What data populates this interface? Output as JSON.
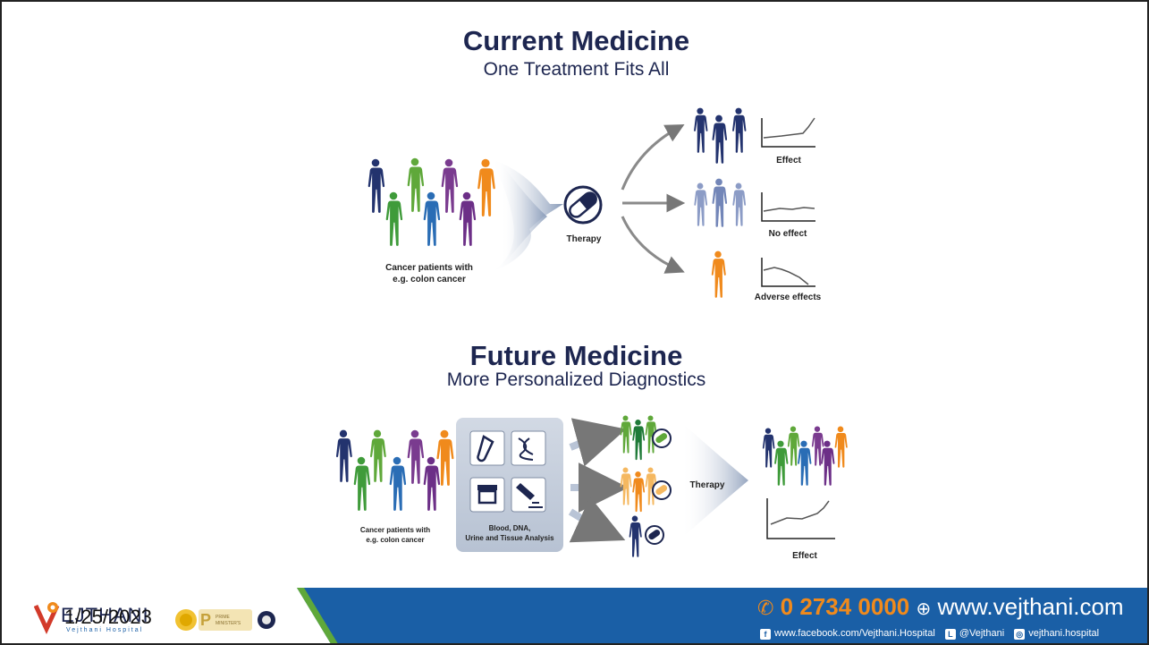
{
  "current": {
    "title": "Current Medicine",
    "subtitle": "One Treatment Fits All",
    "patients_label_1": "Cancer patients with",
    "patients_label_2": "e.g. colon cancer",
    "therapy_label": "Therapy",
    "outcomes": [
      "Effect",
      "No effect",
      "Adverse effects"
    ]
  },
  "future": {
    "title": "Future Medicine",
    "subtitle": "More Personalized Diagnostics",
    "patients_label_1": "Cancer patients with",
    "patients_label_2": "e.g. colon cancer",
    "analysis_label_1": "Blood, DNA,",
    "analysis_label_2": "Urine and Tissue Analysis",
    "therapy_label": "Therapy",
    "effect_label": "Effect"
  },
  "footer": {
    "date": "1/25/2023",
    "phone": "0 2734 0000",
    "website": "www.vejthani.com",
    "facebook": "www.facebook.com/Vejthani.Hospital",
    "line": "@Vejthani",
    "instagram": "vejthani.hospital",
    "logo_text": "EJTHANI",
    "logo_subtext": "Vejthani Hospital"
  },
  "colors": {
    "navy": "#1d2650",
    "footer_blue": "#1a5fa6",
    "orange": "#f08a1c",
    "green": "#5fa83a",
    "purple": "#7a3b8f",
    "blue": "#2a6db5",
    "dark_blue": "#23336e"
  }
}
